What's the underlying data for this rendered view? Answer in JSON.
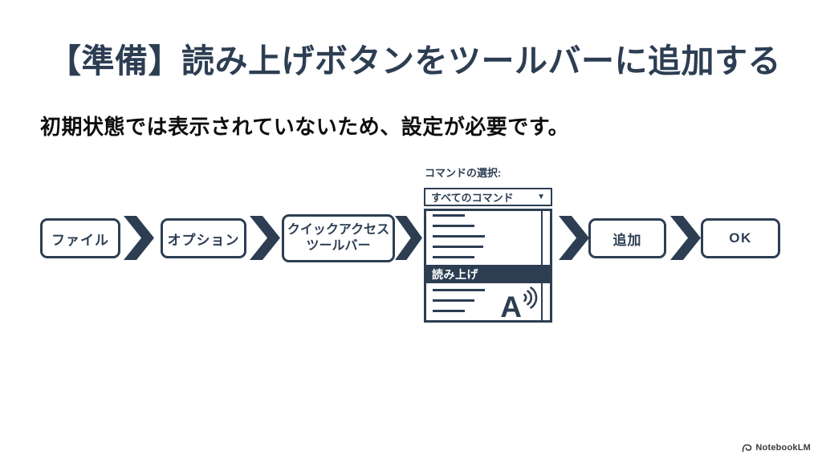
{
  "slide": {
    "title": "【準備】読み上げボタンをツールバーに追加する",
    "subtitle": "初期状態では表示されていないため、設定が必要です。",
    "watermark": "NotebookLM"
  },
  "flow": {
    "steps": [
      {
        "label": "ファイル"
      },
      {
        "label": "オプション"
      },
      {
        "label": "クイックアクセス",
        "label2": "ツールバー"
      },
      {
        "label": "追加"
      },
      {
        "label": "OK"
      }
    ]
  },
  "command_panel": {
    "label": "コマンドの選択:",
    "dropdown_value": "すべてのコマンド",
    "dropdown_arrow": "▼",
    "selected_item": "読み上げ",
    "read_aloud_letter": "A"
  },
  "colors": {
    "navy": "#2d3e53",
    "highlight_bg": "#2d3e53",
    "highlight_text": "#ffffff",
    "subtitle_text": "#0d0d0d",
    "watermark_text": "#3c3c3c"
  }
}
